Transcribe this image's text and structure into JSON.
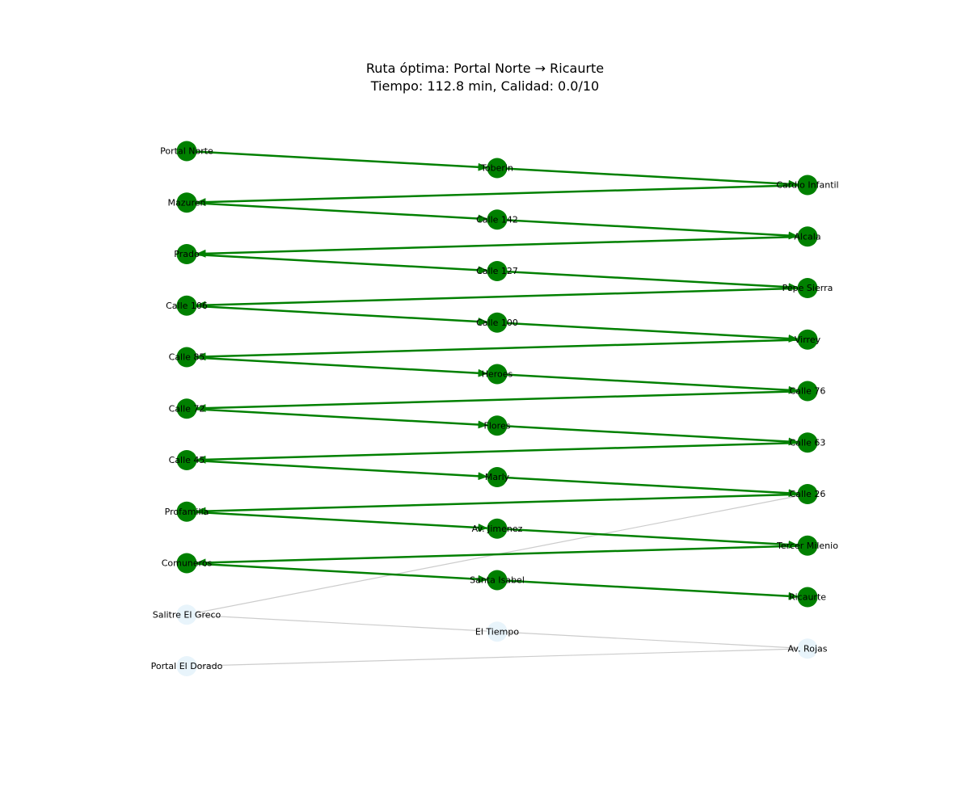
{
  "title": {
    "line1": "Ruta óptima: Portal Norte → Ricaurte",
    "line2": "Tiempo: 112.8 min, Calidad: 0.0/10"
  },
  "colors": {
    "route_node": "#008000",
    "route_edge": "#008000",
    "other_node": "#e8f4fb",
    "other_edge": "#cccccc",
    "label": "#000000"
  },
  "nodes": [
    {
      "id": "portal-norte",
      "label": "Portal Norte",
      "column": 0,
      "row": 0,
      "on_route": true
    },
    {
      "id": "mazuren",
      "label": "Mazuren",
      "column": 0,
      "row": 1,
      "on_route": true
    },
    {
      "id": "prado",
      "label": "Prado",
      "column": 0,
      "row": 2,
      "on_route": true
    },
    {
      "id": "calle-106",
      "label": "Calle 106",
      "column": 0,
      "row": 3,
      "on_route": true
    },
    {
      "id": "calle-85",
      "label": "Calle 85",
      "column": 0,
      "row": 4,
      "on_route": true
    },
    {
      "id": "calle-72",
      "label": "Calle 72",
      "column": 0,
      "row": 5,
      "on_route": true
    },
    {
      "id": "calle-45",
      "label": "Calle 45",
      "column": 0,
      "row": 6,
      "on_route": true
    },
    {
      "id": "profamilia",
      "label": "Profamilia",
      "column": 0,
      "row": 7,
      "on_route": true
    },
    {
      "id": "comuneros",
      "label": "Comuneros",
      "column": 0,
      "row": 8,
      "on_route": true
    },
    {
      "id": "salitre-el-greco",
      "label": "Salitre El Greco",
      "column": 0,
      "row": 9,
      "on_route": false
    },
    {
      "id": "portal-el-dorado",
      "label": "Portal El Dorado",
      "column": 0,
      "row": 10,
      "on_route": false
    },
    {
      "id": "toberin",
      "label": "Toberin",
      "column": 1,
      "row": 0,
      "on_route": true
    },
    {
      "id": "calle-142",
      "label": "Calle 142",
      "column": 1,
      "row": 1,
      "on_route": true
    },
    {
      "id": "calle-127",
      "label": "Calle 127",
      "column": 1,
      "row": 2,
      "on_route": true
    },
    {
      "id": "calle-100",
      "label": "Calle 100",
      "column": 1,
      "row": 3,
      "on_route": true
    },
    {
      "id": "heroes",
      "label": "Heroes",
      "column": 1,
      "row": 4,
      "on_route": true
    },
    {
      "id": "flores",
      "label": "Flores",
      "column": 1,
      "row": 5,
      "on_route": true
    },
    {
      "id": "marly",
      "label": "Marly",
      "column": 1,
      "row": 6,
      "on_route": true
    },
    {
      "id": "av-jimenez",
      "label": "Av. Jimenez",
      "column": 1,
      "row": 7,
      "on_route": true
    },
    {
      "id": "santa-isabel",
      "label": "Santa Isabel",
      "column": 1,
      "row": 8,
      "on_route": true
    },
    {
      "id": "el-tiempo",
      "label": "El Tiempo",
      "column": 1,
      "row": 9,
      "on_route": false
    },
    {
      "id": "cardio-infantil",
      "label": "Cardio Infantil",
      "column": 2,
      "row": 0,
      "on_route": true
    },
    {
      "id": "alcala",
      "label": "Alcala",
      "column": 2,
      "row": 1,
      "on_route": true
    },
    {
      "id": "pepe-sierra",
      "label": "Pepe Sierra",
      "column": 2,
      "row": 2,
      "on_route": true
    },
    {
      "id": "virrey",
      "label": "Virrey",
      "column": 2,
      "row": 3,
      "on_route": true
    },
    {
      "id": "calle-76",
      "label": "Calle 76",
      "column": 2,
      "row": 4,
      "on_route": true
    },
    {
      "id": "calle-63",
      "label": "Calle 63",
      "column": 2,
      "row": 5,
      "on_route": true
    },
    {
      "id": "calle-26",
      "label": "Calle 26",
      "column": 2,
      "row": 6,
      "on_route": true
    },
    {
      "id": "tercer-milenio",
      "label": "Tercer Milenio",
      "column": 2,
      "row": 7,
      "on_route": true
    },
    {
      "id": "ricaurte",
      "label": "Ricaurte",
      "column": 2,
      "row": 8,
      "on_route": true
    },
    {
      "id": "av-rojas",
      "label": "Av. Rojas",
      "column": 2,
      "row": 9,
      "on_route": false
    }
  ],
  "route": [
    "portal-norte",
    "toberin",
    "cardio-infantil",
    "mazuren",
    "calle-142",
    "alcala",
    "prado",
    "calle-127",
    "pepe-sierra",
    "calle-106",
    "calle-100",
    "virrey",
    "calle-85",
    "heroes",
    "calle-76",
    "calle-72",
    "flores",
    "calle-63",
    "calle-45",
    "marly",
    "calle-26",
    "profamilia",
    "av-jimenez",
    "tercer-milenio",
    "comuneros",
    "santa-isabel",
    "ricaurte"
  ],
  "other_edges": [
    [
      "salitre-el-greco",
      "calle-26"
    ],
    [
      "salitre-el-greco",
      "av-rojas"
    ],
    [
      "portal-el-dorado",
      "av-rojas"
    ]
  ]
}
